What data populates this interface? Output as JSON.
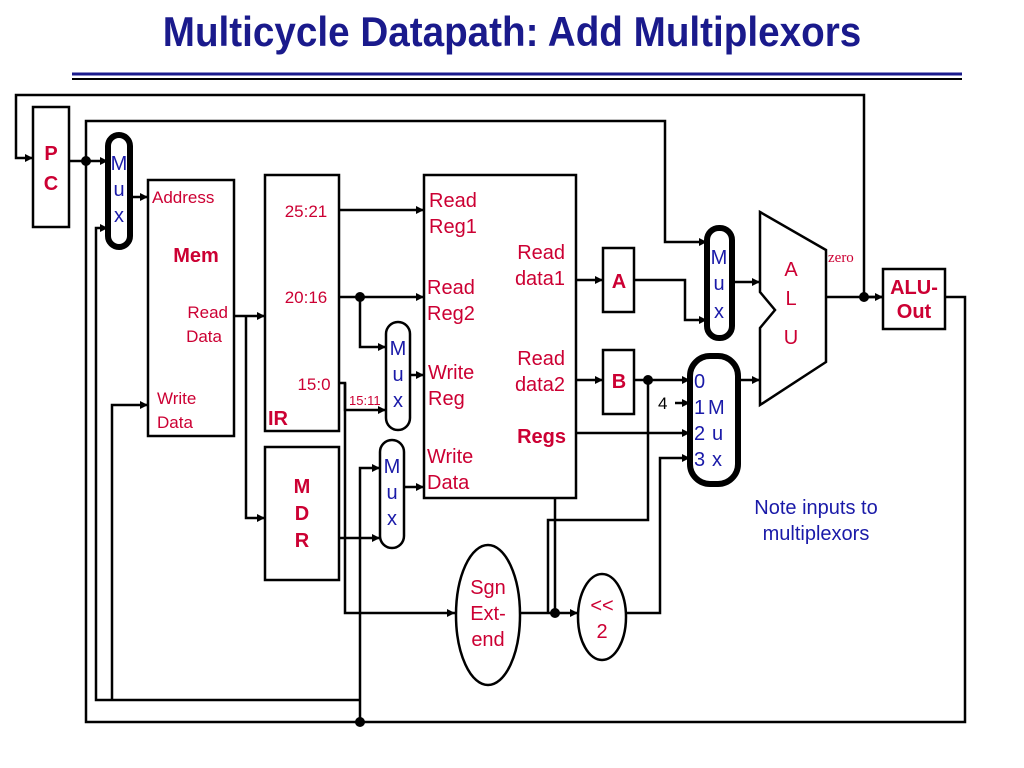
{
  "title": "Multicycle Datapath: Add Multiplexors",
  "pc": {
    "line1": "P",
    "line2": "C"
  },
  "mux_addr": {
    "l1": "M",
    "l2": "u",
    "l3": "x"
  },
  "mem": {
    "name": "Mem",
    "address": "Address",
    "read_data_1": "Read",
    "read_data_2": "Data",
    "write_data_1": "Write",
    "write_data_2": "Data"
  },
  "ir": {
    "name": "IR",
    "f1": "25:21",
    "f2": "20:16",
    "f3": "15:0"
  },
  "mdr": {
    "l1": "M",
    "l2": "D",
    "l3": "R"
  },
  "mux_regdst": {
    "l1": "M",
    "l2": "u",
    "l3": "x",
    "input_label": "15:11"
  },
  "mux_memtoreg": {
    "l1": "M",
    "l2": "u",
    "l3": "x"
  },
  "regs": {
    "name": "Regs",
    "read_reg1_1": "Read",
    "read_reg1_2": "Reg1",
    "read_reg2_1": "Read",
    "read_reg2_2": "Reg2",
    "write_reg_1": "Write",
    "write_reg_2": "Reg",
    "write_data_1": "Write",
    "write_data_2": "Data",
    "read_data1_1": "Read",
    "read_data1_2": "data1",
    "read_data2_1": "Read",
    "read_data2_2": "data2"
  },
  "reg_a": "A",
  "reg_b": "B",
  "mux_alusrca": {
    "l1": "M",
    "l2": "u",
    "l3": "x"
  },
  "mux_alusrcb": {
    "in0": "0",
    "in1": "1",
    "in2": "2",
    "in3": "3",
    "l1": "M",
    "l2": "u",
    "l3": "x",
    "const_input": "4"
  },
  "alu": {
    "l1": "A",
    "l2": "L",
    "l3": "U",
    "zero": "zero"
  },
  "alu_out": {
    "l1": "ALU-",
    "l2": "Out"
  },
  "sign_extend": {
    "l1": "Sgn",
    "l2": "Ext-",
    "l3": "end"
  },
  "shift": {
    "l1": "<<",
    "l2": "2"
  },
  "note": {
    "l1": "Note inputs to",
    "l2": "multiplexors"
  },
  "colors": {
    "title": "#1a1a8c",
    "label_red": "#cc0033",
    "label_blue": "#1a1aa8"
  }
}
